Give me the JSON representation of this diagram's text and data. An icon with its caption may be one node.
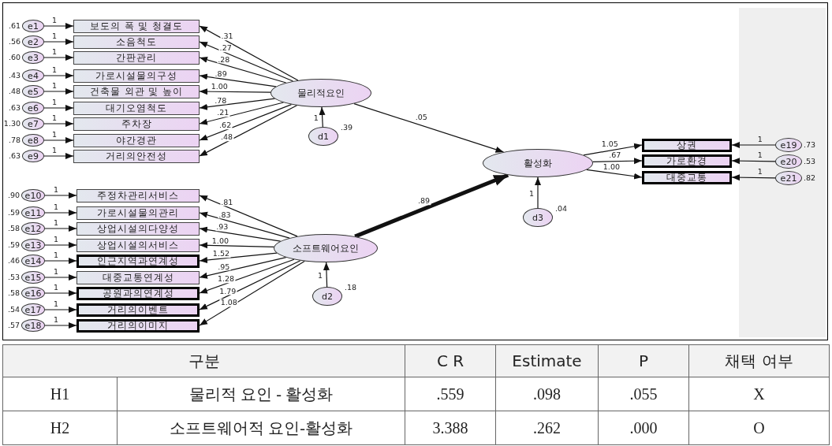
{
  "diagram": {
    "nodes": [
      {
        "text": [
          "e1"
        ],
        "beside": [
          ".61"
        ]
      },
      {
        "text": [
          "e2"
        ],
        "beside": [
          ".56"
        ]
      },
      {
        "text": [
          "e3"
        ],
        "beside": [
          ".60"
        ]
      },
      {
        "text": [
          "e4"
        ],
        "beside": [
          ".43"
        ]
      },
      {
        "text": [
          "e5"
        ],
        "beside": [
          ".48"
        ]
      },
      {
        "text": [
          "e6"
        ],
        "beside": [
          ".63"
        ]
      },
      {
        "text": [
          "e7"
        ],
        "beside": [
          "1.30"
        ]
      },
      {
        "text": [
          "e8"
        ],
        "beside": [
          ".78"
        ]
      },
      {
        "text": [
          "e9"
        ],
        "beside": [
          ".63"
        ]
      },
      {
        "text": [
          "보도의 폭 및 청결도"
        ]
      },
      {
        "text": [
          "소음척도"
        ]
      },
      {
        "text": [
          "간판관리"
        ]
      },
      {
        "text": [
          "가로시설물의구성"
        ]
      },
      {
        "text": [
          "건축물 외관 및 높이"
        ]
      },
      {
        "text": [
          "대기오염척도"
        ]
      },
      {
        "text": [
          "주차장"
        ]
      },
      {
        "text": [
          "야간경관"
        ]
      },
      {
        "text": [
          "거리의안전성"
        ]
      },
      {
        "text": [
          "e10"
        ],
        "beside": [
          ".90"
        ]
      },
      {
        "text": [
          "e11"
        ],
        "beside": [
          ".59"
        ]
      },
      {
        "text": [
          "e12"
        ],
        "beside": [
          ".58"
        ]
      },
      {
        "text": [
          "e13"
        ],
        "beside": [
          ".59"
        ]
      },
      {
        "text": [
          "e14"
        ],
        "beside": [
          ".46"
        ]
      },
      {
        "text": [
          "e15"
        ],
        "beside": [
          ".53"
        ]
      },
      {
        "text": [
          "e16"
        ],
        "beside": [
          ".58"
        ]
      },
      {
        "text": [
          "e17"
        ],
        "beside": [
          ".54"
        ]
      },
      {
        "text": [
          "e18"
        ],
        "beside": [
          ".57"
        ]
      },
      {
        "text": [
          "주정차관리서비스"
        ]
      },
      {
        "text": [
          "가로시설물의관리"
        ]
      },
      {
        "text": [
          "상업시설의다양성"
        ]
      },
      {
        "text": [
          "상업시설의서비스"
        ]
      },
      {
        "text": [
          "인근지역과연계성"
        ]
      },
      {
        "text": [
          "대중교통연계성"
        ]
      },
      {
        "text": [
          "공원과의연계성"
        ]
      },
      {
        "text": [
          "거리의이벤트"
        ]
      },
      {
        "text": [
          "거리의이미지"
        ]
      },
      {
        "text": [
          "물리적요인"
        ]
      },
      {
        "text": [
          "d1"
        ],
        "beside": [
          ".39"
        ]
      },
      {
        "text": [
          "소프트웨어요인"
        ]
      },
      {
        "text": [
          "d2"
        ],
        "beside": [
          ".18"
        ]
      },
      {
        "text": [
          "활성화"
        ]
      },
      {
        "text": [
          "d3"
        ],
        "beside": [
          ".04"
        ]
      },
      {
        "text": [
          "상권"
        ]
      },
      {
        "text": [
          "가로환경"
        ]
      },
      {
        "text": [
          "대중교통"
        ]
      },
      {
        "text": [
          "e19"
        ],
        "beside": [
          ".73"
        ]
      },
      {
        "text": [
          "e20"
        ],
        "beside": [
          ".53"
        ]
      },
      {
        "text": [
          "e21"
        ],
        "beside": [
          ".82"
        ]
      }
    ],
    "edges": [
      {
        "from": 0,
        "to": 9,
        "arrow": "to",
        "label": "1"
      },
      {
        "from": 1,
        "to": 10,
        "arrow": "to",
        "label": "1"
      },
      {
        "from": 2,
        "to": 11,
        "arrow": "to",
        "label": "1"
      },
      {
        "from": 3,
        "to": 12,
        "arrow": "to",
        "label": "1"
      },
      {
        "from": 4,
        "to": 13,
        "arrow": "to",
        "label": "1"
      },
      {
        "from": 5,
        "to": 14,
        "arrow": "to",
        "label": "1"
      },
      {
        "from": 6,
        "to": 15,
        "arrow": "to",
        "label": "1"
      },
      {
        "from": 7,
        "to": 16,
        "arrow": "to",
        "label": "1"
      },
      {
        "from": 8,
        "to": 17,
        "arrow": "to",
        "label": "1"
      },
      {
        "from": 18,
        "to": 27,
        "arrow": "to",
        "label": "1"
      },
      {
        "from": 19,
        "to": 28,
        "arrow": "to",
        "label": "1"
      },
      {
        "from": 20,
        "to": 29,
        "arrow": "to",
        "label": "1"
      },
      {
        "from": 21,
        "to": 30,
        "arrow": "to",
        "label": "1"
      },
      {
        "from": 22,
        "to": 31,
        "arrow": "to",
        "label": "1"
      },
      {
        "from": 23,
        "to": 32,
        "arrow": "to",
        "label": "1"
      },
      {
        "from": 24,
        "to": 33,
        "arrow": "to",
        "label": "1"
      },
      {
        "from": 25,
        "to": 34,
        "arrow": "to",
        "label": "1"
      },
      {
        "from": 26,
        "to": 35,
        "arrow": "to",
        "label": "1"
      },
      {
        "from": 36,
        "to": 9,
        "arrow": "to",
        "label": ".31"
      },
      {
        "from": 36,
        "to": 10,
        "arrow": "to",
        "label": ".27"
      },
      {
        "from": 36,
        "to": 11,
        "arrow": "to",
        "label": ".28"
      },
      {
        "from": 36,
        "to": 12,
        "arrow": "to",
        "label": ".89"
      },
      {
        "from": 36,
        "to": 13,
        "arrow": "to",
        "label": "1.00"
      },
      {
        "from": 36,
        "to": 14,
        "arrow": "to",
        "label": ".78"
      },
      {
        "from": 36,
        "to": 15,
        "arrow": "to",
        "label": ".21"
      },
      {
        "from": 36,
        "to": 16,
        "arrow": "to",
        "label": ".62"
      },
      {
        "from": 36,
        "to": 17,
        "arrow": "to",
        "label": ".48"
      },
      {
        "from": 38,
        "to": 27,
        "arrow": "to",
        "label": ".81"
      },
      {
        "from": 38,
        "to": 28,
        "arrow": "to",
        "label": ".83"
      },
      {
        "from": 38,
        "to": 29,
        "arrow": "to",
        "label": ".93"
      },
      {
        "from": 38,
        "to": 30,
        "arrow": "to",
        "label": "1.00"
      },
      {
        "from": 38,
        "to": 31,
        "arrow": "to",
        "label": "1.52"
      },
      {
        "from": 38,
        "to": 32,
        "arrow": "to",
        "label": ".95"
      },
      {
        "from": 38,
        "to": 33,
        "arrow": "to",
        "label": "1.28"
      },
      {
        "from": 38,
        "to": 34,
        "arrow": "to",
        "label": "1.79"
      },
      {
        "from": 38,
        "to": 35,
        "arrow": "to",
        "label": "1.08"
      },
      {
        "from": 37,
        "to": 36,
        "arrow": "to",
        "label": "1"
      },
      {
        "from": 39,
        "to": 38,
        "arrow": "to",
        "label": "1"
      },
      {
        "from": 36,
        "to": 40,
        "arrow": "to",
        "label": ".05"
      },
      {
        "from": 38,
        "to": 40,
        "arrow": "to",
        "label": ".89",
        "style": "thick"
      },
      {
        "from": 41,
        "to": 40,
        "arrow": "to",
        "label": "1"
      },
      {
        "from": 40,
        "to": 42,
        "arrow": "to",
        "label": "1.05"
      },
      {
        "from": 40,
        "to": 43,
        "arrow": "to",
        "label": ".67"
      },
      {
        "from": 40,
        "to": 44,
        "arrow": "to",
        "label": "1.00"
      },
      {
        "from": 45,
        "to": 42,
        "arrow": "to",
        "label": "1"
      },
      {
        "from": 46,
        "to": 43,
        "arrow": "to",
        "label": "1"
      },
      {
        "from": 47,
        "to": 44,
        "arrow": "to",
        "label": "1"
      }
    ],
    "labels": [
      "구분",
      "C R",
      "Estimate",
      "P",
      "채택 여부",
      "H1",
      "물리적 요인 - 활성화",
      ".559",
      ".098",
      ".055",
      "X",
      "H2",
      "소프트웨어적 요인-활성화",
      "3.388",
      ".262",
      ".000",
      "O"
    ]
  }
}
